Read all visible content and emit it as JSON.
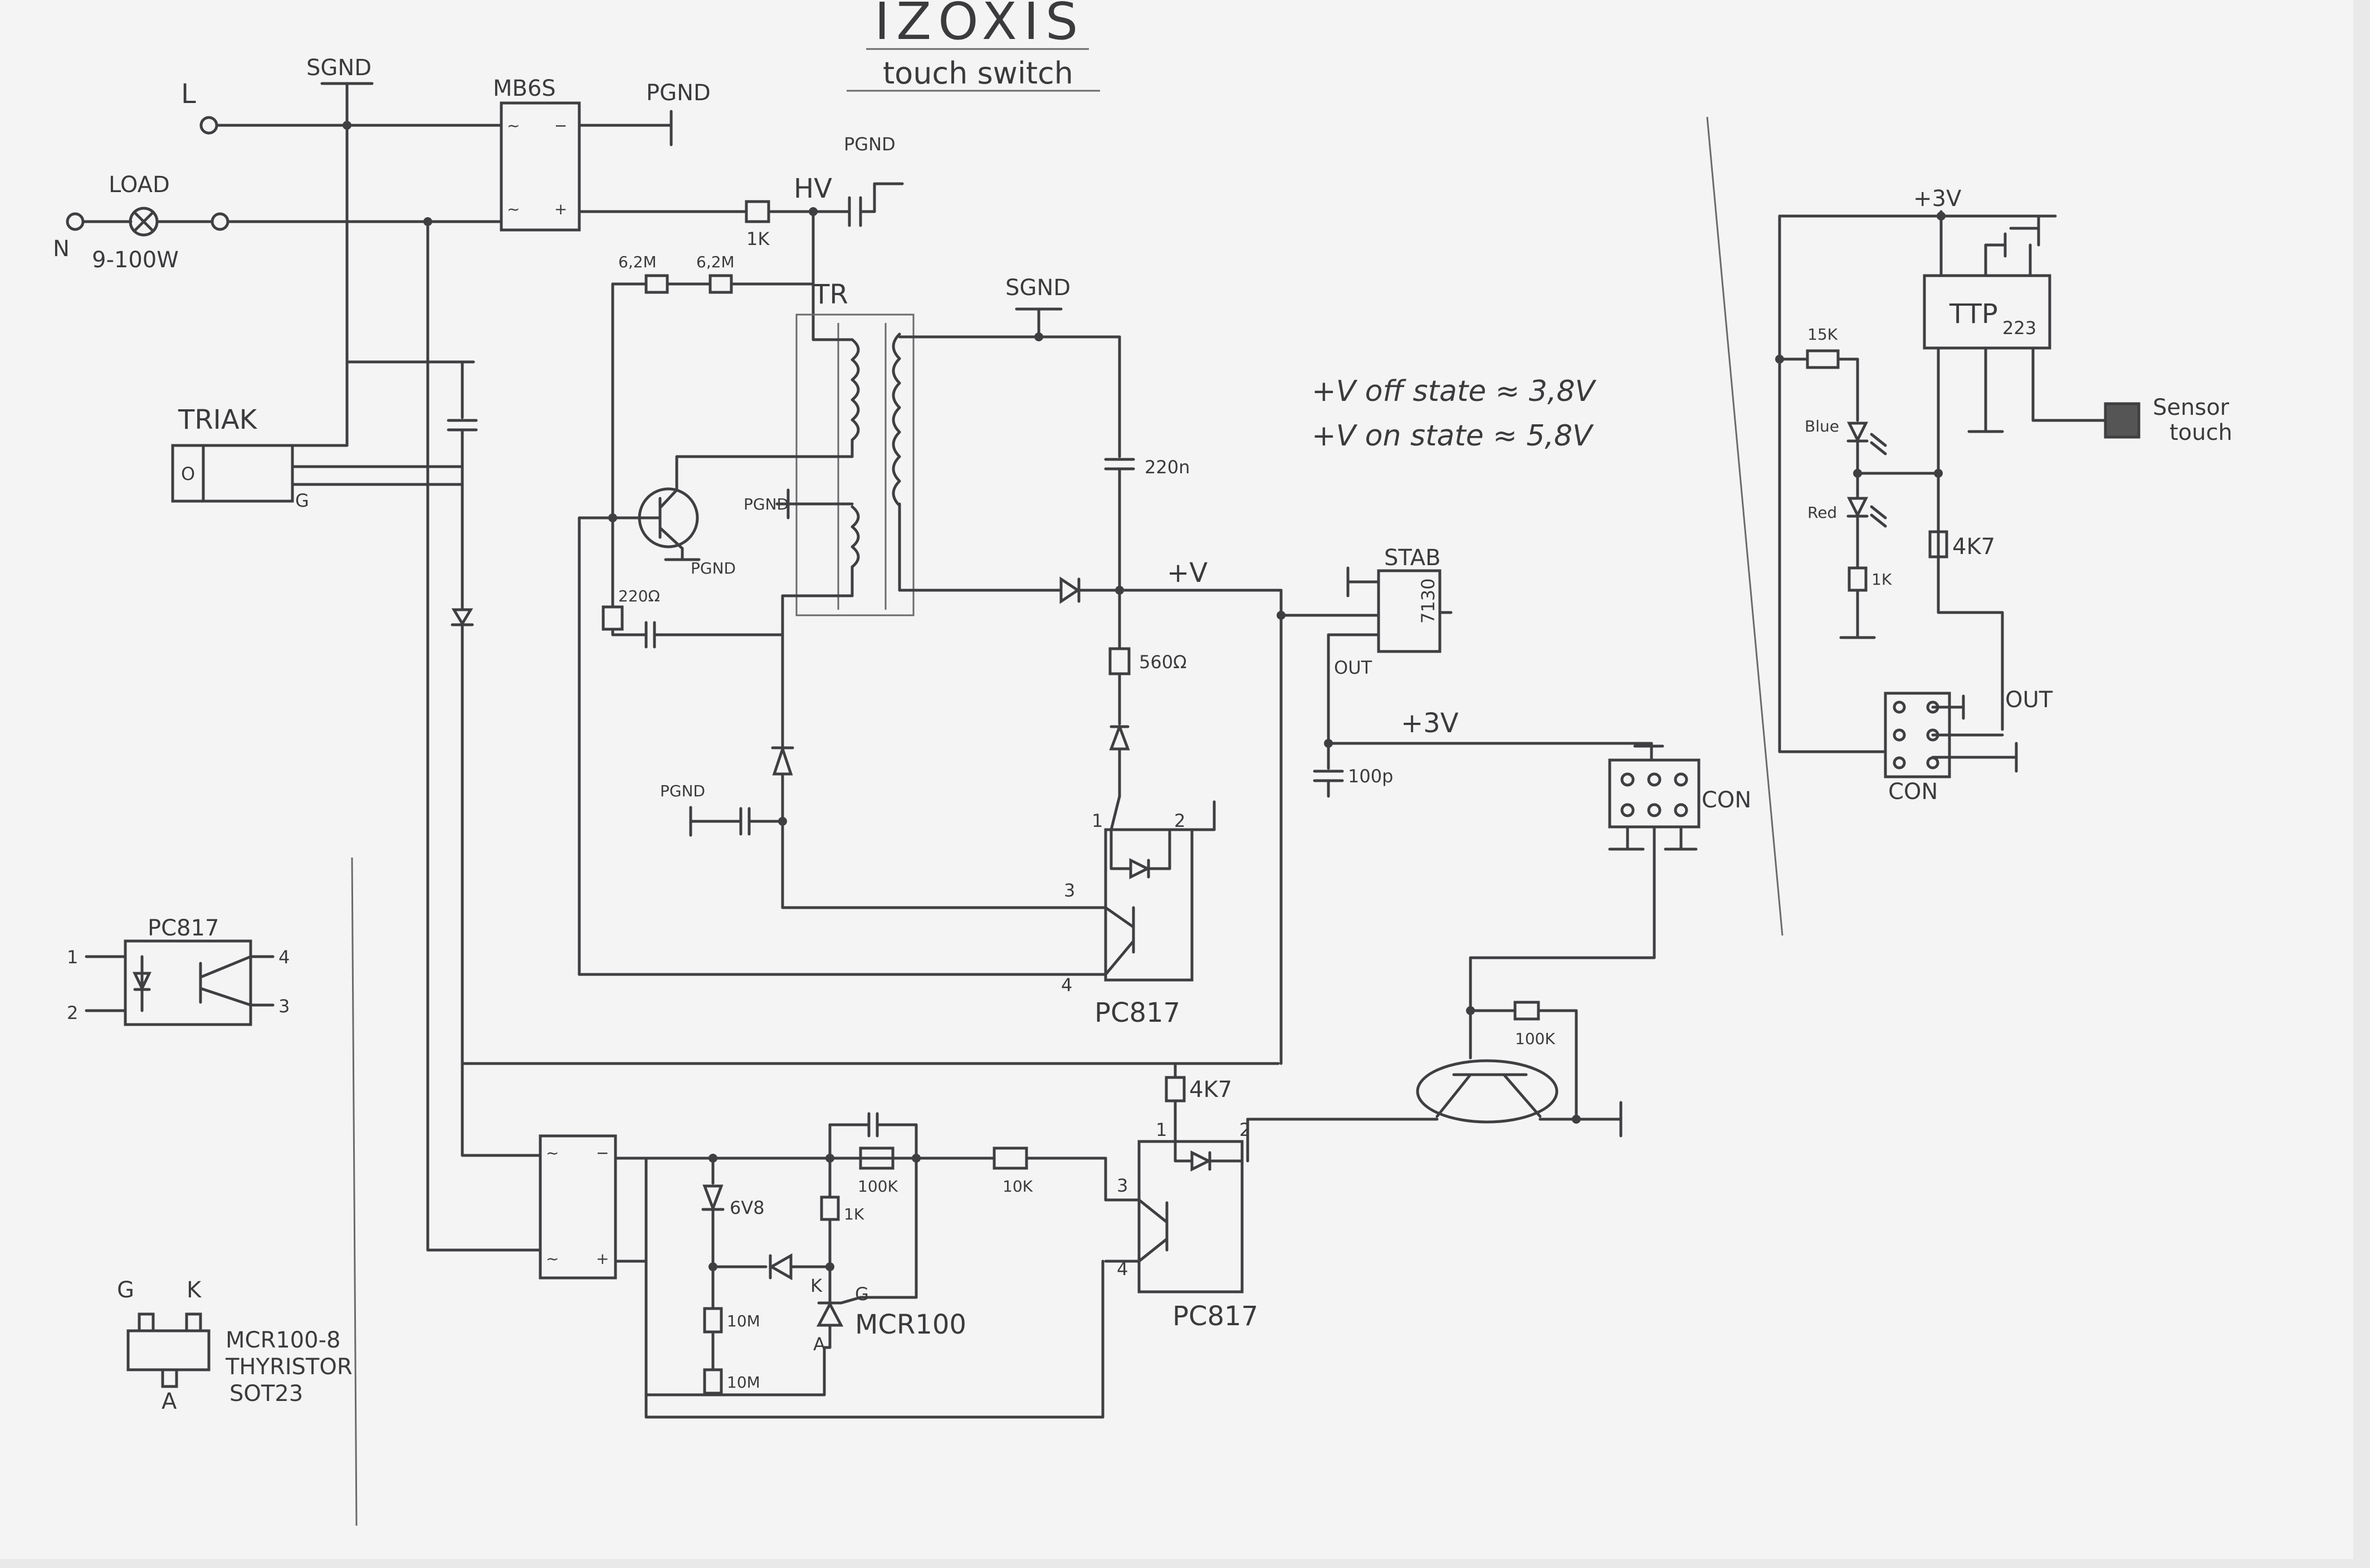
{
  "title": "IZOXIS",
  "subtitle": "touch switch",
  "notes": {
    "off_state": "+V off state ≈ 3,8V",
    "on_state": "+V on state ≈ 5,8V"
  },
  "labels": {
    "sgnd": "SGND",
    "pgnd": "PGND",
    "pgnd_small": "PGND",
    "l": "L",
    "n": "N",
    "load": "LOAD",
    "load_power": "9-100W",
    "mb6s": "MB6S",
    "hv": "HV",
    "r_1k": "1K",
    "r_62m_a": "6,2M",
    "r_62m_b": "6,2M",
    "tr": "TR",
    "sgnd_tr": "SGND",
    "c_220n": "220n",
    "plus_v": "+V",
    "r_220": "220Ω",
    "r_560": "560Ω",
    "triak": "TRIAK",
    "triak_g": "G",
    "stab": "STAB",
    "stab_part": "7130",
    "out": "OUT",
    "plus_3v": "+3V",
    "c_100p": "100p",
    "con": "CON",
    "pc817": "PC817",
    "pin1": "1",
    "pin2": "2",
    "pin3": "3",
    "pin4": "4",
    "r_4k7": "4K7",
    "r_100k": "100K",
    "r_10k": "10K",
    "z_6v8": "6V8",
    "r_10m_a": "10M",
    "r_10m_b": "10M",
    "scr_k": "K",
    "scr_g": "G",
    "scr_a": "A",
    "mcr100": "MCR100",
    "thy_g": "G",
    "thy_k": "K",
    "thy_a": "A",
    "thy_l1": "MCR100-8",
    "thy_l2": "THYRISTOR",
    "thy_l3": "SOT23",
    "ttp_plus3v": "+3V",
    "ttp": "TTP",
    "ttp_num": "223",
    "r_15k": "15K",
    "blue": "Blue",
    "red": "Red",
    "ttp_4k7": "4K7",
    "ttp_1k": "1K",
    "ttp_out": "OUT",
    "ttp_con": "CON",
    "sensor1": "Sensor",
    "sensor2": "touch"
  }
}
